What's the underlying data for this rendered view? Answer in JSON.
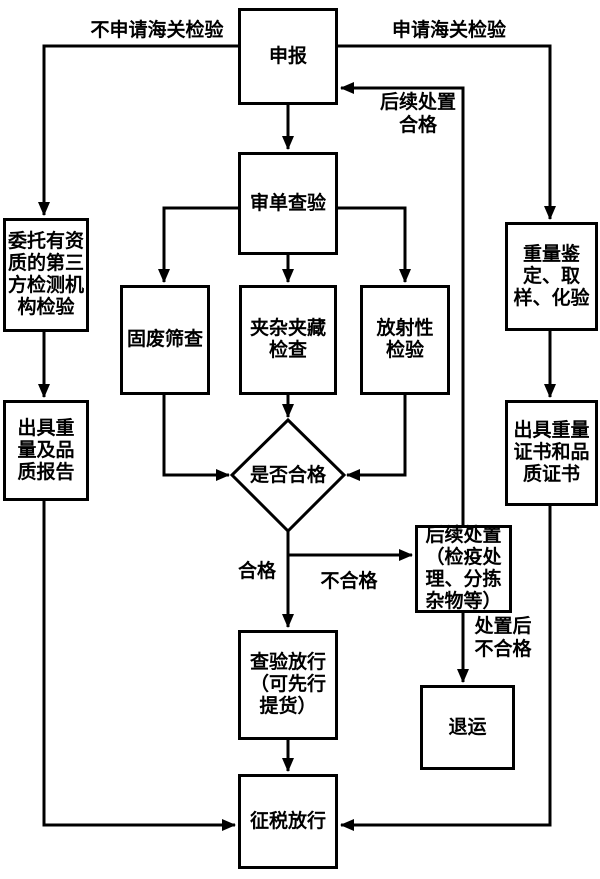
{
  "colors": {
    "background": "#ffffff",
    "line": "#000000",
    "box_border": "#000000",
    "box_fill": "#ffffff",
    "text": "#000000"
  },
  "nodes": {
    "declare": "申报",
    "doc_review": "审单查验",
    "third_party": "委托有资\n质的第三\n方检测机\n构检验",
    "weight_appraisal": "重量鉴\n定、取\n样、化验",
    "solid_waste": "固废筛查",
    "hidden_check": "夹杂夹藏\n检查",
    "radioactive": "放射性\n检验",
    "weight_report": "出具重\n量及品\n质报告",
    "weight_cert": "出具重量\n证书和品\n质证书",
    "decision": "是否合格",
    "followup_disposal": "后续处置\n（检疫处\n理、分拣\n杂物等）",
    "release_inspect": "查验放行\n（可先行\n提货）",
    "return_shipment": "退运",
    "tax_release": "征税放行"
  },
  "edge_labels": {
    "no_apply": "不申请海关检验",
    "apply": "申请海关检验",
    "followup_qualified": "后续处置\n合格",
    "qualified": "合格",
    "unqualified": "不合格",
    "after_disposal_unqualified": "处置后\n不合格"
  }
}
